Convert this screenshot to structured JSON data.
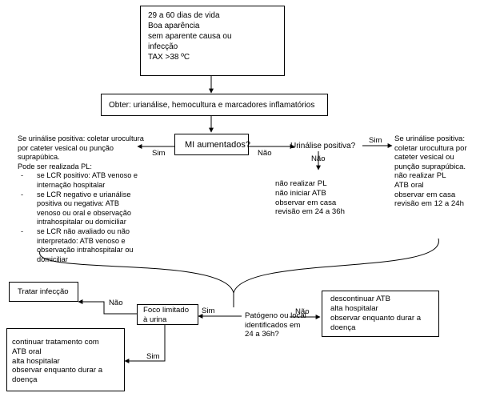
{
  "nodes": {
    "start": {
      "lines": [
        "29 a 60 dias de vida",
        "Boa aparência",
        "sem aparente causa ou",
        "infecção",
        "TAX >38 ºC"
      ]
    },
    "obter": {
      "label": "Obter: urianálise, hemocultura e marcadores inflamatórios"
    },
    "mi_aumentados": {
      "label": "MI aumentados?"
    },
    "urinalise": {
      "label": "Urinálise positiva?"
    },
    "left_text": {
      "lines": [
        "Se urinálise positiva: coletar urocultura",
        "por cateter vesical ou punção",
        "suprapúbica.",
        "Pode ser realizada PL:"
      ],
      "items": [
        [
          "se LCR positivo: ATB venoso e",
          "internação hospitalar"
        ],
        [
          "se LCR negativo e urianálise",
          "positiva ou negativa: ATB",
          "venoso ou oral e observação",
          "intrahospitalar ou domiciliar"
        ],
        [
          "se LCR não avaliado ou não",
          "interpretado: ATB venoso e",
          "observação intrahospitalar ou",
          "domiciliar"
        ]
      ],
      "bullet": "-"
    },
    "mid_text": {
      "lines": [
        "não realizar PL",
        "não iniciar ATB",
        "observar em casa",
        "revisão em 24 a 36h"
      ]
    },
    "right_text": {
      "lines": [
        "Se urinálise positiva:",
        "coletar urocultura por",
        "cateter vesical ou",
        "punção suprapúbica.",
        "não realizar PL",
        "ATB oral",
        "observar em casa",
        "revisão em 12 a 24h"
      ]
    },
    "tratar": {
      "label": "Tratar infecção"
    },
    "foco": {
      "lines": [
        "Foco limitado",
        "à urina"
      ]
    },
    "patogeno": {
      "lines": [
        "Patógeno ou local",
        "identificados em",
        "24 a 36h?"
      ]
    },
    "descontinuar": {
      "lines": [
        "descontinuar ATB",
        "alta hospitalar",
        "observar enquanto durar a",
        "doença"
      ]
    },
    "continuar": {
      "lines": [
        "continuar tratamento com",
        "ATB oral",
        "alta hospitalar",
        "observar enquanto durar a",
        "doença"
      ]
    }
  },
  "edges": {
    "mi_sim": "Sim",
    "mi_nao": "Não",
    "uri_sim": "Sim",
    "uri_nao": "Não",
    "foco_nao": "Não",
    "foco_sim": "Sim",
    "pat_sim": "Sim",
    "pat_nao": "Não"
  }
}
